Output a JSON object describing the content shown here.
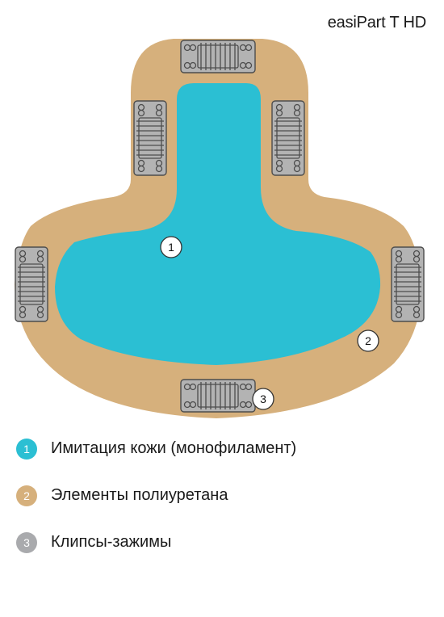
{
  "header": {
    "title": "easiPart T HD"
  },
  "diagram": {
    "colors": {
      "skin": "#2bbfd3",
      "polyurethane": "#d6b07c",
      "clip_fill": "#b3b3b3",
      "clip_stroke": "#4d4d4d"
    },
    "markers": [
      {
        "number": "1"
      },
      {
        "number": "2"
      },
      {
        "number": "3"
      }
    ]
  },
  "legend": {
    "items": [
      {
        "number": "1",
        "label": "Имитация кожи (монофиламент)",
        "color": "#2bbfd3"
      },
      {
        "number": "2",
        "label": "Элементы полиуретана",
        "color": "#d6b07c"
      },
      {
        "number": "3",
        "label": "Клипсы-зажимы",
        "color": "#a9aaad"
      }
    ]
  }
}
